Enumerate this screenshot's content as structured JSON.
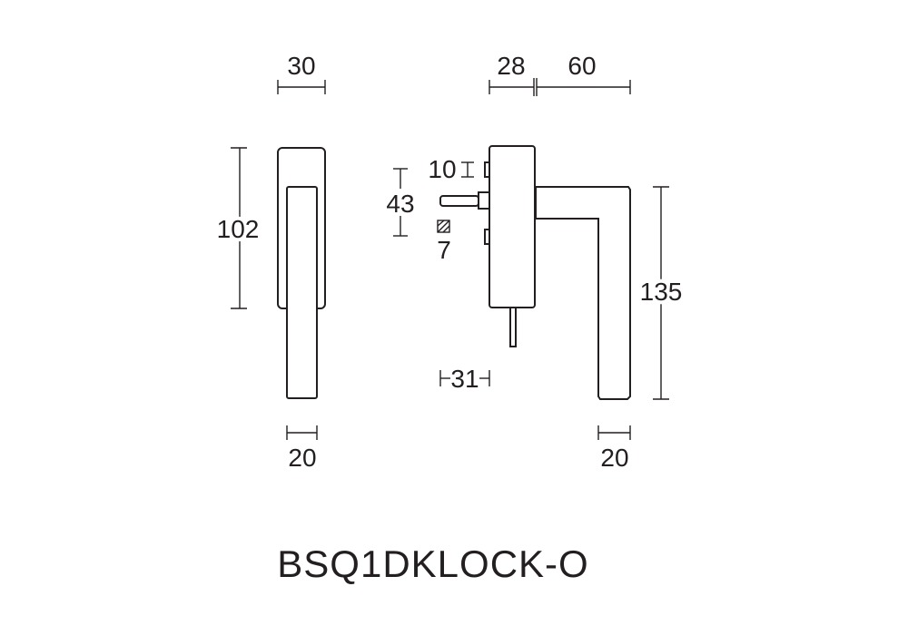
{
  "product": {
    "code": "BSQ1DKLOCK-O"
  },
  "front_view": {
    "rose_width": "30",
    "rose_height": "102",
    "handle_width": "20"
  },
  "side_view": {
    "rose_depth": "28",
    "handle_projection": "60",
    "screw_spacing": "10",
    "spindle_offset": "43",
    "spindle_square": "7",
    "spindle_length": "31",
    "handle_length": "135",
    "handle_width": "20"
  },
  "colors": {
    "line": "#231f20",
    "background": "#ffffff"
  }
}
